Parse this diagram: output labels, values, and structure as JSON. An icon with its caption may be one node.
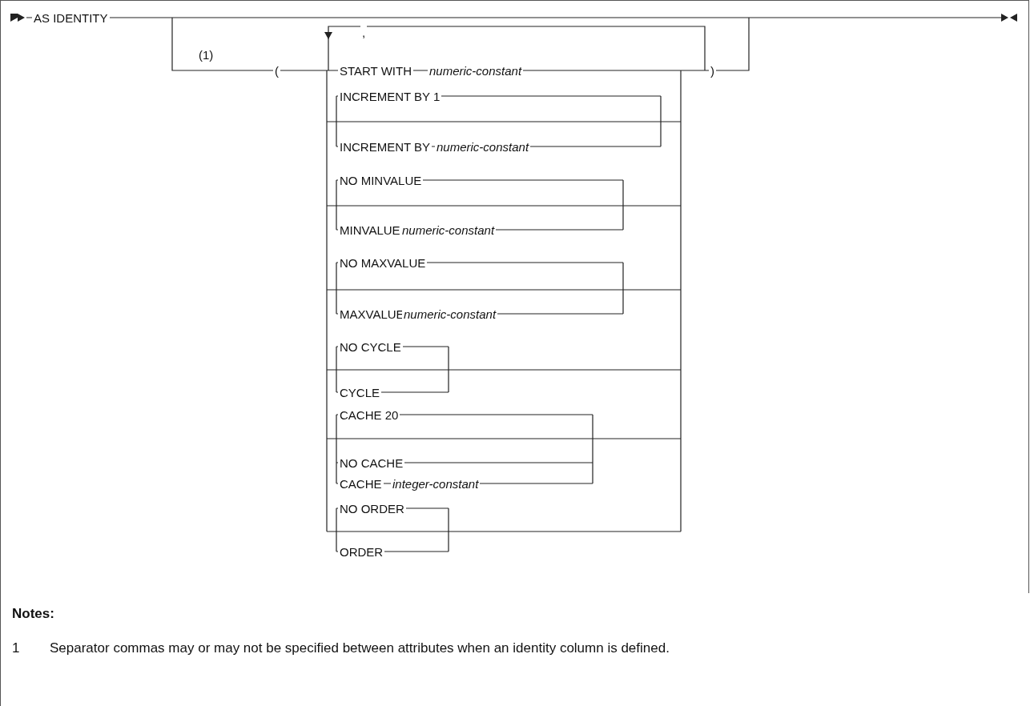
{
  "diagram": {
    "labels": [
      "AS IDENTITY",
      "(1)",
      ",",
      "(",
      "START WITH",
      "numeric-constant",
      ")",
      "INCREMENT BY 1",
      "INCREMENT BY",
      "numeric-constant",
      "NO MINVALUE",
      "MINVALUE",
      "numeric-constant",
      "NO MAXVALUE",
      "MAXVALUE",
      "numeric-constant",
      "NO CYCLE",
      "CYCLE",
      "CACHE 20",
      "NO CACHE",
      "CACHE",
      "integer-constant",
      "NO ORDER",
      "ORDER",
      "Notes:",
      "1",
      "Separator commas may or may not be specified between attributes when an identity column is defined."
    ]
  }
}
